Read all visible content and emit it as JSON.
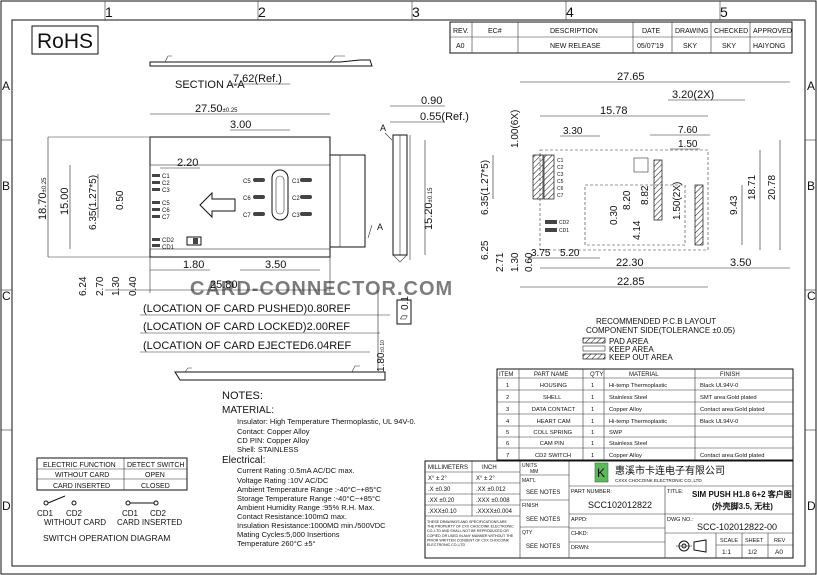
{
  "frame": {
    "col_labels": [
      "1",
      "2",
      "3",
      "4",
      "5"
    ],
    "row_labels": [
      "A",
      "B",
      "C",
      "D"
    ]
  },
  "rohs": "RoHS",
  "watermark": "CARD-CONNECTOR.COM",
  "revision_table": {
    "headers": [
      "REV.",
      "EC#",
      "DESCRIPTION",
      "DATE",
      "DRAWING",
      "CHECKED",
      "APPROVED"
    ],
    "row": [
      "A0",
      "",
      "NEW RELEASE",
      "05/07'19",
      "SKY",
      "SKY",
      "HAIYONG"
    ]
  },
  "section_title": "SECTION A-A",
  "section_dim": "7.62(Ref.)",
  "front_view": {
    "top_dim": "27.50",
    "top_tol": "±0.25",
    "dim_300": "3.00",
    "dim_220": "2.20",
    "left_1870": "18.70",
    "left_1870_tol": "±0.25",
    "left_1500": "15.00",
    "left_635": "6.35(1.27*5)",
    "left_050": "0.50",
    "contacts_left": [
      "C1",
      "C2",
      "C3",
      "C5",
      "C6",
      "C7"
    ],
    "cd_labels": [
      "CD2",
      "CD1"
    ],
    "pad_labels_left": [
      "C5",
      "C6",
      "C7"
    ],
    "pad_labels_right": [
      "C1",
      "C2",
      "C3"
    ],
    "dim_180": "1.80",
    "dim_350": "3.50",
    "dim_2580": "25.80",
    "bottom_dims": [
      "6.24",
      "2.70",
      "1.30",
      "0.40"
    ],
    "section_mark": "A"
  },
  "side_view": {
    "dim_090": "0.90",
    "dim_055": "0.55(Ref.)",
    "dim_1520": "15.20",
    "dim_1520_tol": "±0.15",
    "dim_180": "1.80",
    "dim_180_tol": "±0.10",
    "dim_010": "0.1",
    "section_mark": "A"
  },
  "pcb_layout": {
    "dim_2765": "27.65",
    "dim_320": "3.20(2X)",
    "dim_1578": "15.78",
    "dim_100": "1.00(6X)",
    "dim_330": "3.30",
    "dim_760": "7.60",
    "dim_150": "1.50",
    "dim_635": "6.35(1.27*5)",
    "dim_030": "0.30",
    "dim_820": "8.20",
    "dim_882": "8.82",
    "dim_414": "4.14",
    "dim_150_2x": "1.50(2X)",
    "dim_943": "9.43",
    "dim_1871": "18.71",
    "dim_2078": "20.78",
    "left_dims": [
      "6.25",
      "2.71",
      "1.30",
      "0.60"
    ],
    "dim_375": "3.75",
    "dim_520": "5.20",
    "dim_2230": "22.30",
    "dim_350": "3.50",
    "dim_2285": "22.85",
    "contact_labels": [
      "C1",
      "C2",
      "C3",
      "C5",
      "C6",
      "C7"
    ],
    "cd_labels": [
      "CD2",
      "CD1"
    ]
  },
  "locations": [
    "(LOCATION OF CARD PUSHED)0.80REF",
    "(LOCATION OF CARD LOCKED)2.00REF",
    "(LOCATION OF CARD EJECTED6.04REF"
  ],
  "pcb_legend": {
    "title": "RECOMMENDED P.C.B LAYOUT",
    "subtitle": "COMPONENT SIDE(TOLERANCE ±0.05)",
    "items": [
      "PAD AREA",
      "KEEP AREA",
      "KEEP OUT AREA"
    ]
  },
  "notes": {
    "title": "NOTES:",
    "material_title": "MATERIAL:",
    "material": [
      "Insulator: High Temperature Thermoplastic, UL 94V-0.",
      "Contact: Copper Alloy",
      "CD PIN: Copper Alloy",
      "Shell: STAINLESS"
    ],
    "electrical_title": "Electrical:",
    "electrical": [
      "Current Rating :0.5mA AC/DC max.",
      "Voltage Rating :10V AC/DC",
      "Ambient Temperature Range :-40°C~+85°C",
      "Storage Temperature Range :-40°C~+85°C",
      "Ambient Humidity Range :95% R.H. Max.",
      "Contact Resistance:100mΩ max.",
      "Insulation Resistance:1000MΩ min./500VDC",
      "Mating Cycles:5,000 Insertions",
      "Temperature 260°C ±5°"
    ]
  },
  "switch_table": {
    "headers": [
      "ELECTRIC FUNCTION",
      "DETECT SWITCH"
    ],
    "rows": [
      [
        "WITHOUT CARD",
        "OPEN"
      ],
      [
        "CARD INSERTED",
        "CLOSED"
      ]
    ]
  },
  "switch_diagram": {
    "left_labels": [
      "CD1",
      "CD2"
    ],
    "left_caption": "WITHOUT CARD",
    "right_labels": [
      "CD1",
      "CD2"
    ],
    "right_caption": "CARD INSERTED",
    "title": "SWITCH OPERATION DIAGRAM"
  },
  "bom": {
    "headers": [
      "ITEM",
      "PART NAME",
      "Q'TY",
      "MATERIAL",
      "FINISH"
    ],
    "rows": [
      [
        "1",
        "HOUSING",
        "1",
        "Hi-temp Thermoplastic",
        "Black UL94V-0"
      ],
      [
        "2",
        "SHELL",
        "1",
        "Stainless Steel",
        "SMT area:Gold plated"
      ],
      [
        "3",
        "DATA CONTACT",
        "1",
        "Copper Alloy",
        "Contact area:Gold plated"
      ],
      [
        "4",
        "HEART CAM",
        "1",
        "Hi-temp Thermoplastic",
        "Black UL94V-0"
      ],
      [
        "5",
        "COLL SPRING",
        "1",
        "SWP",
        ""
      ],
      [
        "6",
        "CAM PIN",
        "1",
        "Stainless Steel",
        ""
      ],
      [
        "7",
        "CD2 SWITCH",
        "1",
        "Copper Alloy",
        "Contact area:Gold plated"
      ]
    ]
  },
  "title_block": {
    "mm_header": "MILLIMETERS",
    "inch_header": "INCH",
    "units_label": "UNITS",
    "units_value": "MM",
    "tol_rows": [
      [
        "X° ± 2°",
        "X° ± 2°"
      ],
      [
        ".X ±0.30",
        ".XX ±0.012"
      ],
      [
        ".XX ±0.20",
        ".XXX ±0.008"
      ],
      [
        ".XXX±0.10",
        ".XXXX±0.004"
      ]
    ],
    "mat_label": "MAT'L",
    "see_notes": "SEE NOTES",
    "finish_label": "FINISH",
    "qty_label": "QTY",
    "proprietary": "THESE DRAWINGS AND SPECIFICATIONS ARE THE PROPERTY OF CXX CHOCOINK ELECTRONIC CO.,LTD AND SHALL NOT BE REPRODUCED OR COPIED OR USED IN ANY MANNER WITHOUT THE PRIOR WRITTEN CONSENT OF CXX CHOCOINK ELECTRONIC CO.,LTD",
    "company_cn": "惠溪市卡连电子有限公司",
    "company_en": "CXXX CHOCOINK ELECTRONIC CO.,LTD",
    "part_number_label": "PART NUMBER:",
    "part_number": "SCC102012822",
    "title_label": "TITLE:",
    "title_line1": "SIM PUSH H1.8 6+2 客户图",
    "title_line2": "(外壳脚3.5, 无柱)",
    "appd_label": "APPD:",
    "chkd_label": "CHKD:",
    "drwn_label": "DRWN:",
    "dwg_no_label": "DWG NO.:",
    "dwg_no": "SCC-102012822-00",
    "scale_label": "SCALE",
    "scale": "1:1",
    "sheet_label": "SHEET",
    "sheet": "1/2",
    "rev_label": "REV",
    "rev": "A0"
  }
}
